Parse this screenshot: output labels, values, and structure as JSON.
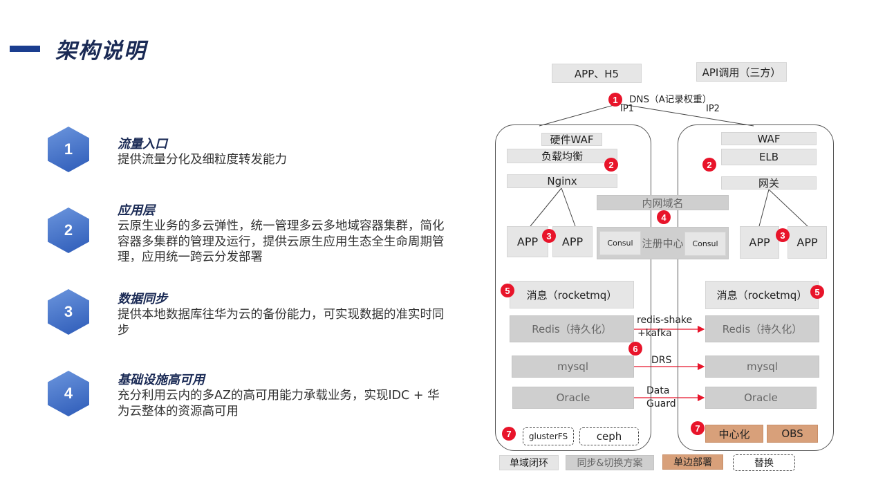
{
  "header": {
    "title": "架构说明"
  },
  "items": [
    {
      "num": "1",
      "title": "流量入口",
      "desc": "提供流量分化及细粒度转发能力"
    },
    {
      "num": "2",
      "title": "应用层",
      "desc": "云原生业务的多云弹性，统一管理多云多地域容器集群，简化容器多集群的管理及运行，提供云原生应用生态全生命周期管理，应用统一跨云分发部署"
    },
    {
      "num": "3",
      "title": "数据同步",
      "desc": "提供本地数据库往华为云的备份能力，可实现数据的准实时同步"
    },
    {
      "num": "4",
      "title": "基础设施高可用",
      "desc": "充分利用云内的多AZ的高可用能力承载业务，实现IDC + 华为云整体的资源高可用"
    }
  ],
  "diagram": {
    "top": {
      "app_h5": "APP、H5",
      "api": "API调用（三方）",
      "dns": "DNS（A记录权重）",
      "ip1": "IP1",
      "ip2": "IP2"
    },
    "left": {
      "waf": "硬件WAF",
      "lb": "负载均衡",
      "nginx": "Nginx",
      "app1": "APP",
      "app2": "APP",
      "mq": "消息（rocketmq）",
      "redis": "Redis（持久化）",
      "mysql": "mysql",
      "oracle": "Oracle",
      "gluster": "glusterFS",
      "ceph": "ceph"
    },
    "right": {
      "waf": "WAF",
      "elb": "ELB",
      "gw": "网关",
      "app1": "APP",
      "app2": "APP",
      "mq": "消息（rocketmq）",
      "redis": "Redis（持久化）",
      "mysql": "mysql",
      "oracle": "Oracle",
      "center": "中心化",
      "obs": "OBS"
    },
    "middle": {
      "dns_inner": "内网域名",
      "consul1": "Consul",
      "registry": "注册中心",
      "consul2": "Consul",
      "redis_sync_1": "redis-shake",
      "redis_sync_2": "+kafka",
      "drs": "DRS",
      "dg1": "Data",
      "dg2": "Guard"
    },
    "markers": [
      "1",
      "2",
      "2",
      "3",
      "3",
      "4",
      "5",
      "5",
      "6",
      "7",
      "7"
    ],
    "legend": {
      "single": "单域闭环",
      "sync": "同步&切换方案",
      "single_deploy": "单边部署",
      "replace": "替换"
    }
  },
  "colors": {
    "accent": "#1a3d8f",
    "red": "#e8142a",
    "tan": "#d8a07a",
    "grey": "#e6e6e6"
  }
}
